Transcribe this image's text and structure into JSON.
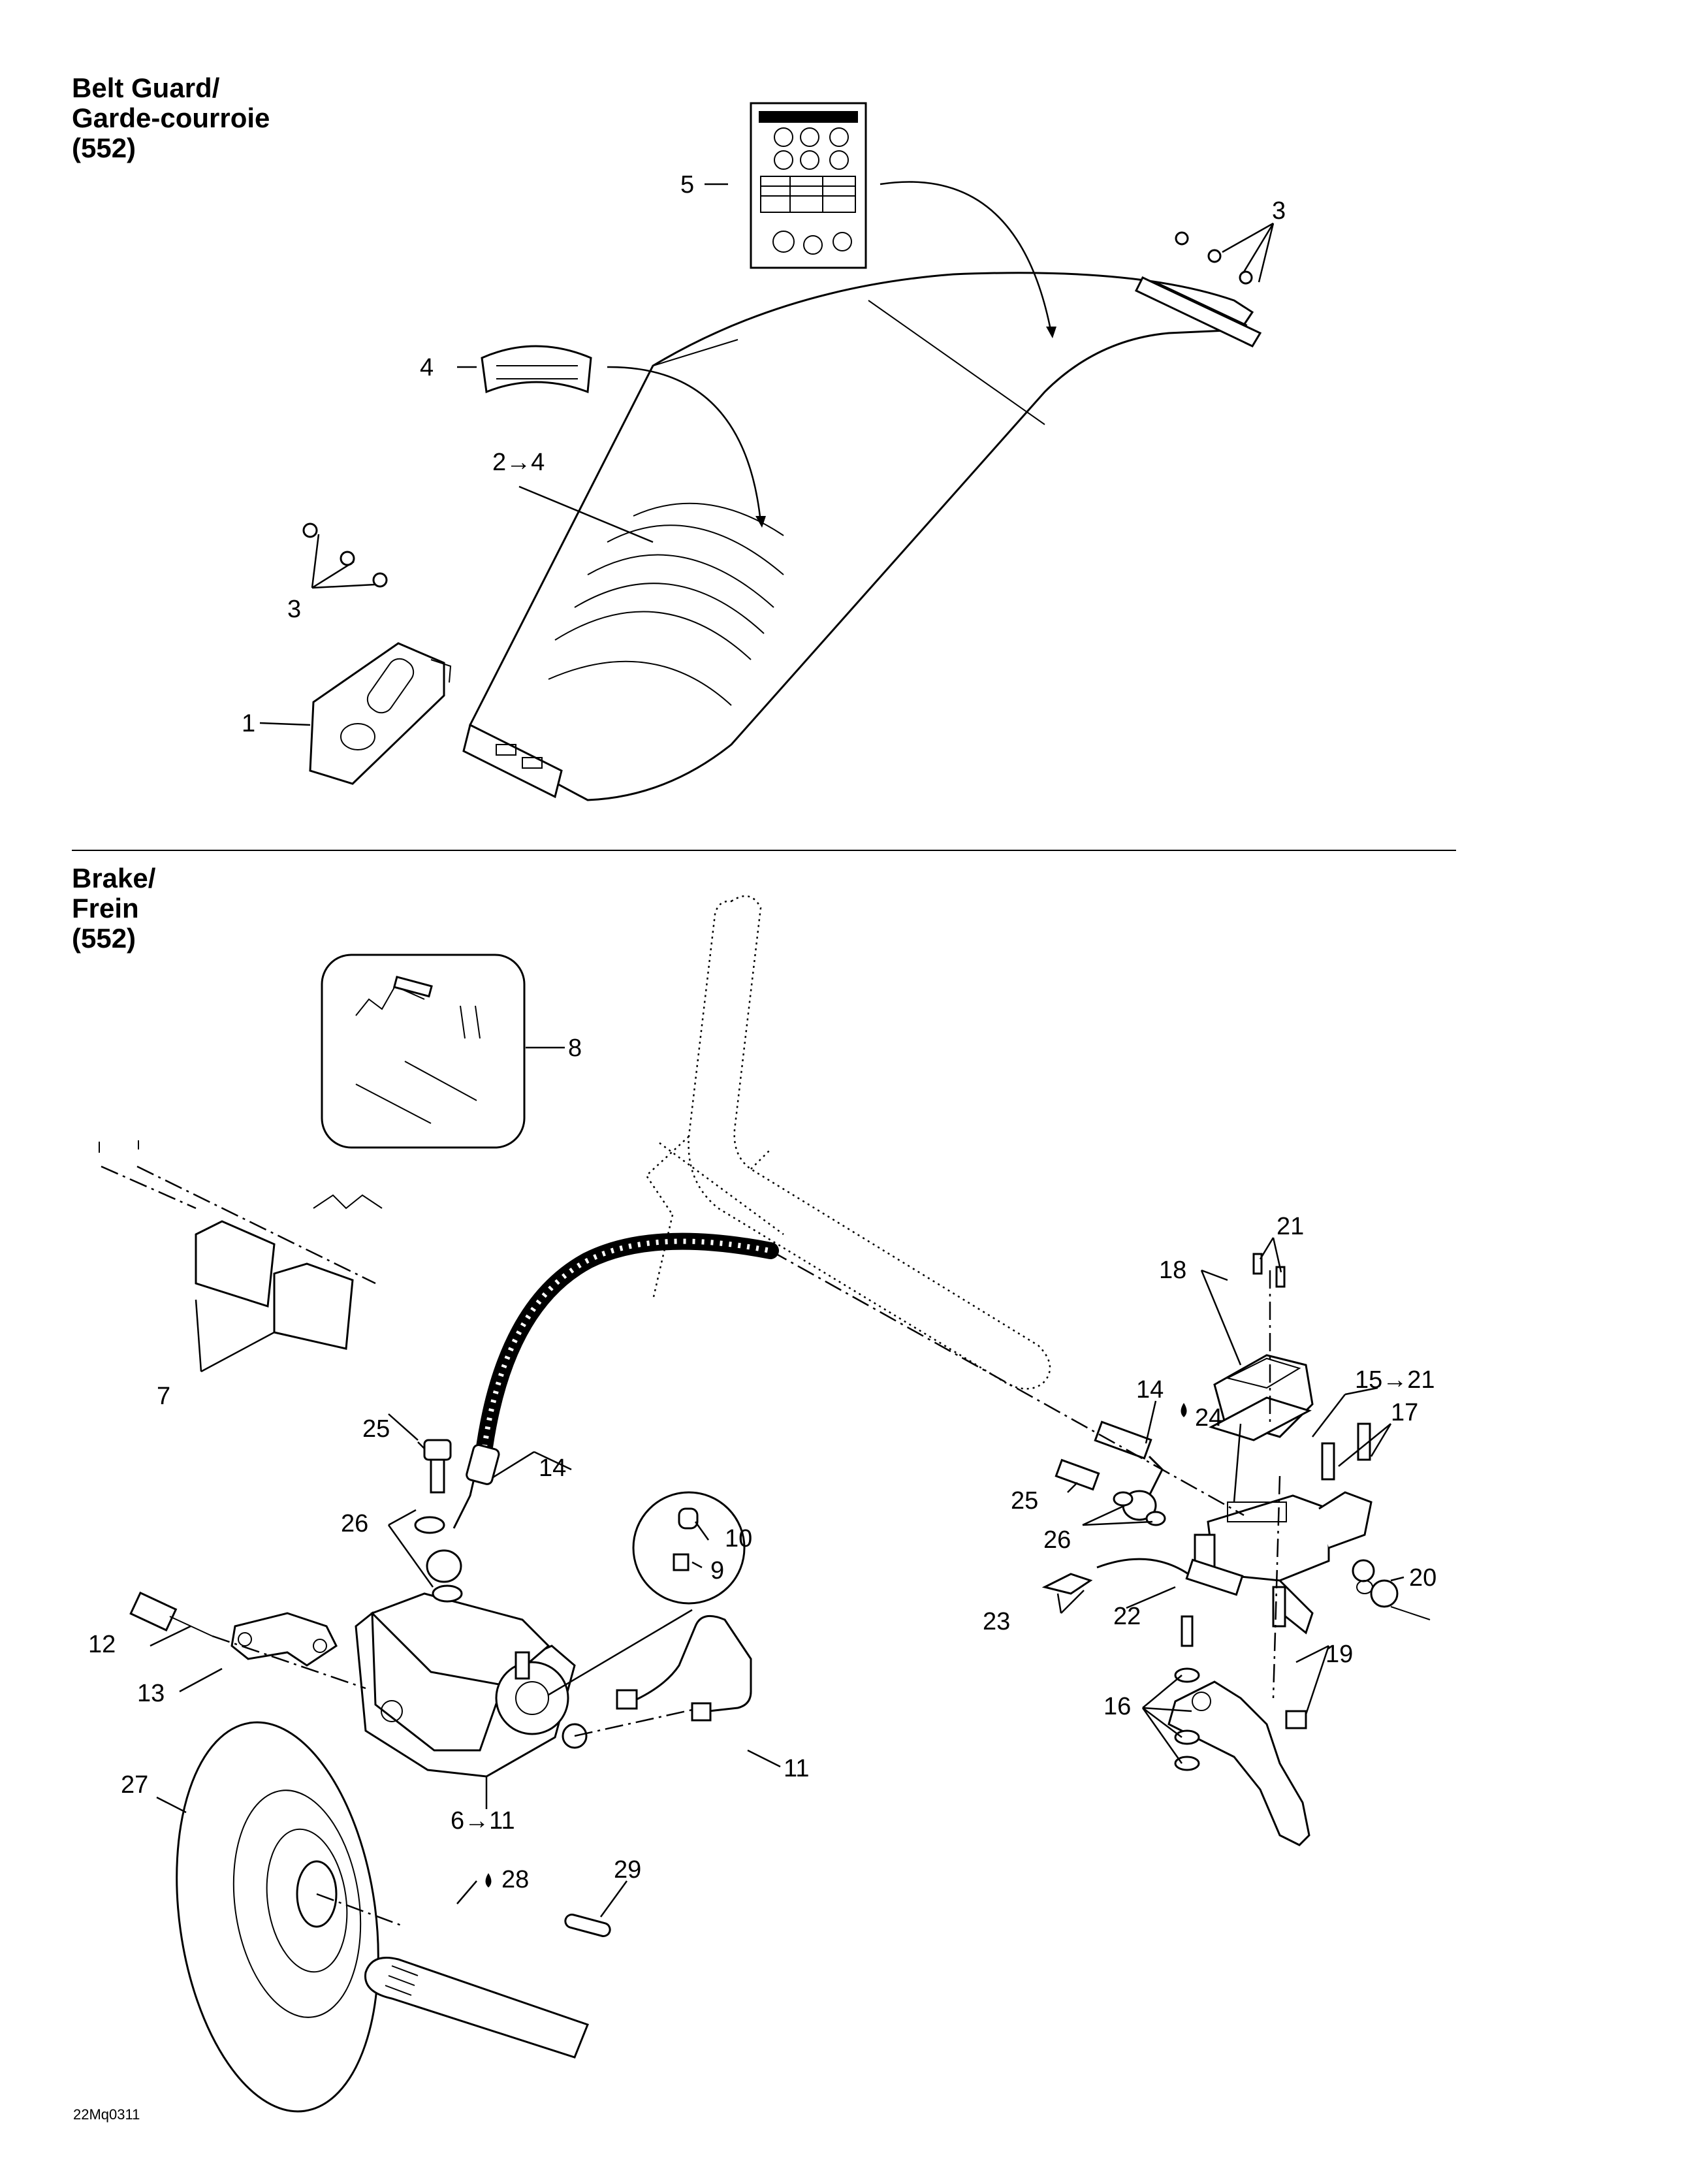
{
  "sections": {
    "belt_guard": {
      "title_line1": "Belt Guard/",
      "title_line2": "Garde-courroie",
      "title_line3": "(552)"
    },
    "brake": {
      "title_line1": "Brake/",
      "title_line2": "Frein",
      "title_line3": "(552)"
    }
  },
  "callouts": {
    "c1": "1",
    "c2": "2→4",
    "c3a": "3",
    "c3b": "3",
    "c4": "4",
    "c5": "5",
    "c6": "6→11",
    "c7": "7",
    "c8": "8",
    "c9": "9",
    "c10": "10",
    "c11": "11",
    "c12": "12",
    "c13": "13",
    "c14a": "14",
    "c14b": "14",
    "c15": "15→21",
    "c16": "16",
    "c17": "17",
    "c18": "18",
    "c19": "19",
    "c20": "20",
    "c21": "21",
    "c22": "22",
    "c23": "23",
    "c24": "24",
    "c25a": "25",
    "c25b": "25",
    "c26a": "26",
    "c26b": "26",
    "c27": "27",
    "c28": "28",
    "c29": "29"
  },
  "figure_code": "22Mq0311",
  "icons": {
    "lubricant": "oil-drop-icon"
  }
}
